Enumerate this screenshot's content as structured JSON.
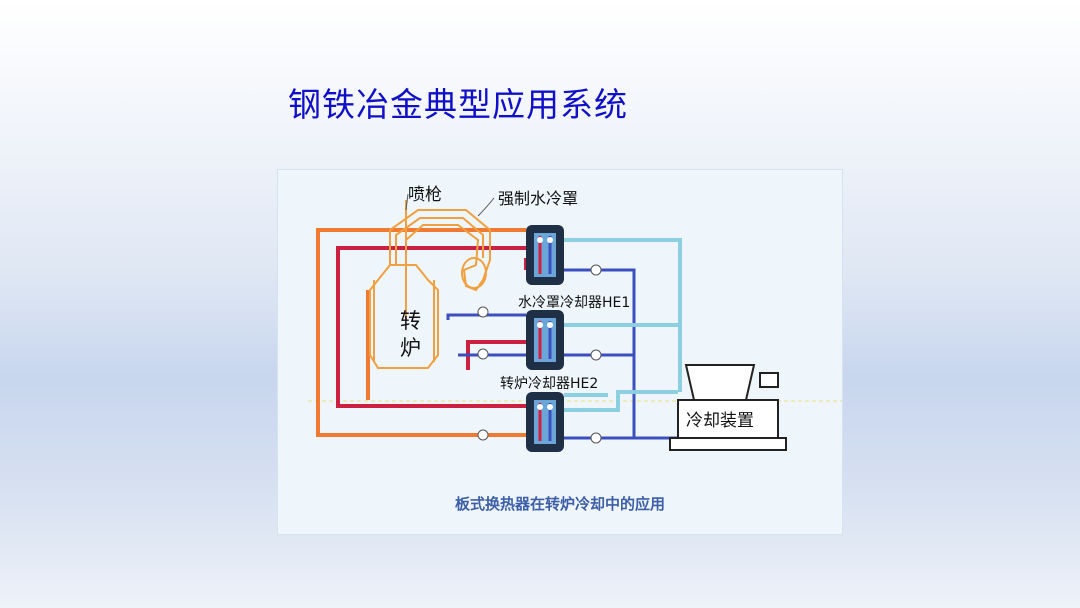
{
  "slide": {
    "title": "钢铁冶金典型应用系统"
  },
  "diagram": {
    "labels": {
      "spray_gun": "喷枪",
      "water_hood": "强制水冷罩",
      "converter_line1": "转",
      "converter_line2": "炉",
      "he1": "水冷罩冷却器HE1",
      "he2": "转炉冷却器HE2",
      "cooling_device": "冷却装置"
    },
    "caption": "板式换热器在转炉冷却中的应用",
    "colors": {
      "hot_pipe": "#f07a32",
      "hot_pipe_dark": "#cc2040",
      "return_pipe": "#3c4fbf",
      "cold_pipe": "#8ccfe0",
      "exchanger_body": "#1f2f45",
      "furnace_line": "#f0a040"
    }
  }
}
